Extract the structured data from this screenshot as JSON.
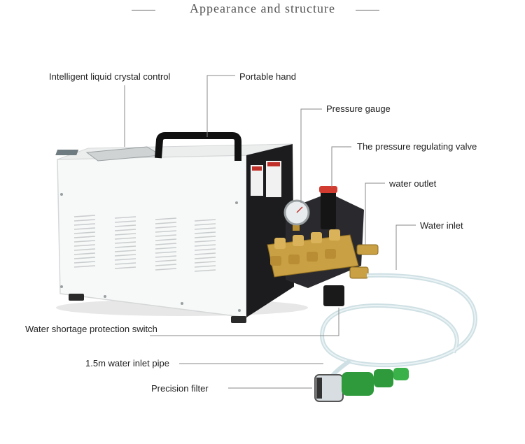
{
  "header": {
    "title": "Appearance and structure"
  },
  "labels": {
    "lcd_control": "Intelligent liquid crystal control",
    "portable_hand": "Portable hand",
    "pressure_gauge": "Pressure gauge",
    "regulating_valve": "The pressure regulating valve",
    "water_outlet": "water outlet",
    "water_inlet": "Water inlet",
    "shortage_switch": "Water shortage protection switch",
    "inlet_pipe": "1.5m water inlet pipe",
    "precision_filter": "Precision filter"
  },
  "colors": {
    "body": "#f7f8f8",
    "dark_panel": "#1c1c1f",
    "brass": "#c9a043",
    "green_connector": "#2e9a3c",
    "callout_line": "#888888"
  }
}
